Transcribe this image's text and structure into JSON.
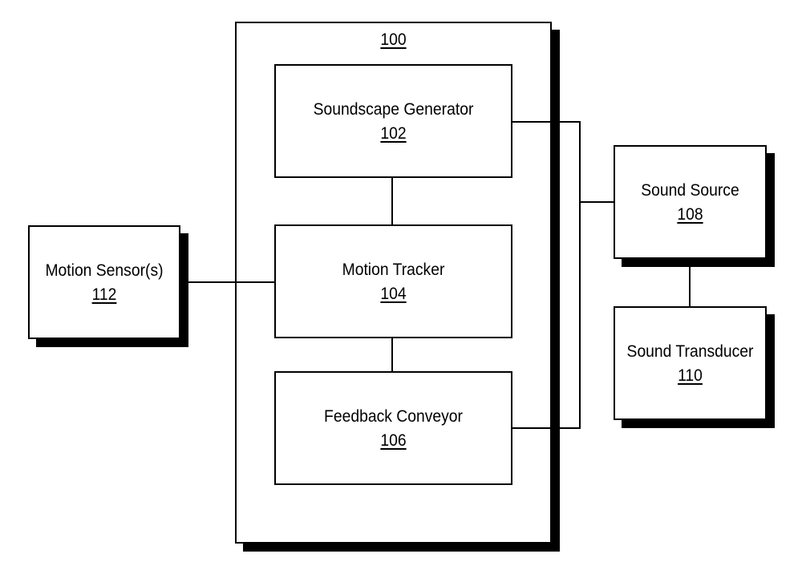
{
  "diagram": {
    "system": {
      "ref": "100"
    },
    "blocks": [
      {
        "id": "soundscape-generator",
        "name": "Soundscape Generator",
        "ref": "102"
      },
      {
        "id": "motion-tracker",
        "name": "Motion Tracker",
        "ref": "104"
      },
      {
        "id": "feedback-conveyor",
        "name": "Feedback Conveyor",
        "ref": "106"
      },
      {
        "id": "sound-source",
        "name": "Sound Source",
        "ref": "108"
      },
      {
        "id": "sound-transducer",
        "name": "Sound Transducer",
        "ref": "110"
      },
      {
        "id": "motion-sensors",
        "name": "Motion Sensor(s)",
        "ref": "112"
      }
    ],
    "connections": [
      [
        "102",
        "104"
      ],
      [
        "104",
        "106"
      ],
      [
        "112",
        "104"
      ],
      [
        "102",
        "108"
      ],
      [
        "106",
        "108"
      ],
      [
        "108",
        "110"
      ]
    ]
  }
}
